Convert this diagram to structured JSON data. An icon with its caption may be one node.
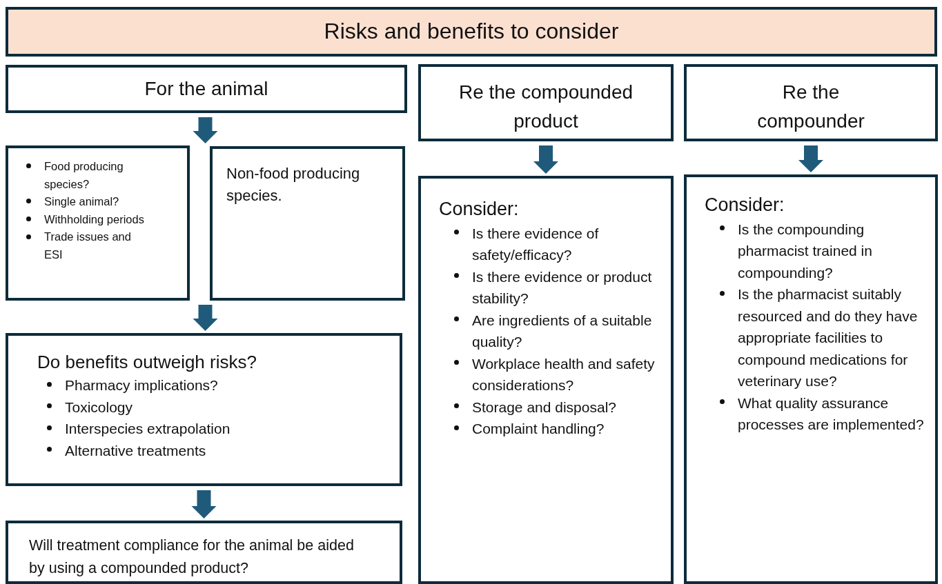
{
  "diagram": {
    "nodes": [
      {
        "text": [
          "Risks and benefits to consider"
        ]
      },
      {
        "text": [
          "For the animal"
        ]
      },
      {
        "text": [
          "Food producing species?",
          "Single animal?",
          "Withholding periods",
          "Trade issues and ESI"
        ]
      },
      {
        "text": [
          "Non-food producing species."
        ]
      },
      {
        "text": [
          "Do benefits outweigh risks?",
          "Pharmacy implications?",
          "Toxicology",
          "Interspecies extrapolation",
          "Alternative treatments"
        ]
      },
      {
        "text": [
          "Will treatment compliance for the animal be aided by using a compounded product?"
        ]
      },
      {
        "text": [
          "Re the compounded product"
        ]
      },
      {
        "text": [
          "Consider:",
          "Is there evidence of safety/efficacy?",
          "Is there evidence or product stability?",
          "Are ingredients of a suitable quality?",
          "Workplace health and safety considerations?",
          "Storage and disposal?",
          "Complaint handling?"
        ]
      },
      {
        "text": [
          "Re the compounder"
        ]
      },
      {
        "text": [
          "Consider:",
          "Is the compounding pharmacist trained in compounding?",
          "Is the pharmacist suitably resourced and do they have appropriate facilities to compound medications for veterinary use?",
          "What quality assurance processes are implemented?"
        ]
      }
    ],
    "edges": [
      {
        "from": 1,
        "to": 2,
        "arrow": "to"
      },
      {
        "from": 1,
        "to": 3,
        "arrow": "to"
      },
      {
        "from": 2,
        "to": 4,
        "arrow": "to"
      },
      {
        "from": 3,
        "to": 4,
        "arrow": "to"
      },
      {
        "from": 4,
        "to": 5,
        "arrow": "to"
      },
      {
        "from": 6,
        "to": 7,
        "arrow": "to"
      },
      {
        "from": 8,
        "to": 9,
        "arrow": "to"
      }
    ]
  }
}
